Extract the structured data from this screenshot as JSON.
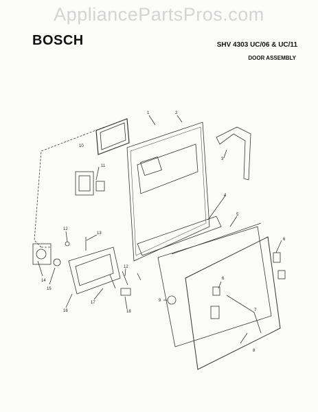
{
  "watermark": "AppliancePartsPros.com",
  "brand": "BOSCH",
  "model": "SHV 4303 UC/06 & UC/11",
  "assembly": "DOOR ASSEMBLY",
  "callouts": [
    "1",
    "2",
    "3",
    "4",
    "5",
    "6",
    "6",
    "7",
    "8",
    "9",
    "10",
    "11",
    "12",
    "12",
    "13",
    "14",
    "15",
    "16",
    "17",
    "18"
  ]
}
